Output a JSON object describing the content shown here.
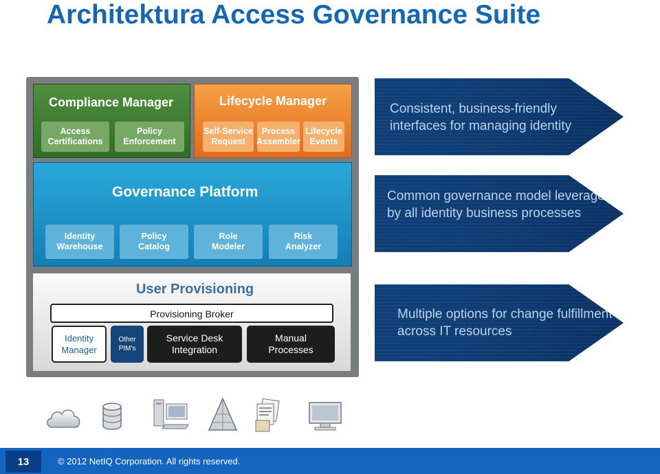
{
  "title": "Architektura Access Governance Suite",
  "compliance_manager": {
    "title": "Compliance Manager",
    "items": [
      "Access\nCertifications",
      "Policy\nEnforcement"
    ]
  },
  "lifecycle_manager": {
    "title": "Lifecycle Manager",
    "items": [
      "Self-Service\nRequest",
      "Process\nAssembler",
      "Lifecycle\nEvents"
    ]
  },
  "governance_platform": {
    "title": "Governance Platform",
    "items": [
      "Identity\nWarehouse",
      "Policy\nCatalog",
      "Role\nModeler",
      "Risk\nAnalyzer"
    ]
  },
  "user_provisioning": {
    "title": "User Provisioning",
    "broker": "Provisioning Broker",
    "identity_manager": "Identity\nManager",
    "other_pims": "Other\nPIM’s",
    "service_desk": "Service Desk\nIntegration",
    "manual_processes": "Manual\nProcesses"
  },
  "callouts": [
    "Consistent, business-friendly interfaces for managing identity",
    "Common governance model leveraged by all identity business processes",
    "Multiple options for change fulfillment across IT resources"
  ],
  "footer": {
    "page_number": "13",
    "copyright": "© 2012 NetIQ Corporation. All rights reserved."
  },
  "colors": {
    "title": "#1567b4",
    "compliance": "#3f7f34",
    "lifecycle": "#ee8a33",
    "governance": "#1f95c8",
    "arrow": "#0d3a70",
    "footer": "#1565c0"
  },
  "icons": [
    "cloud-icon",
    "database-icon",
    "computer-icon",
    "network-pyramid-icon",
    "documents-icon",
    "monitor-icon"
  ]
}
